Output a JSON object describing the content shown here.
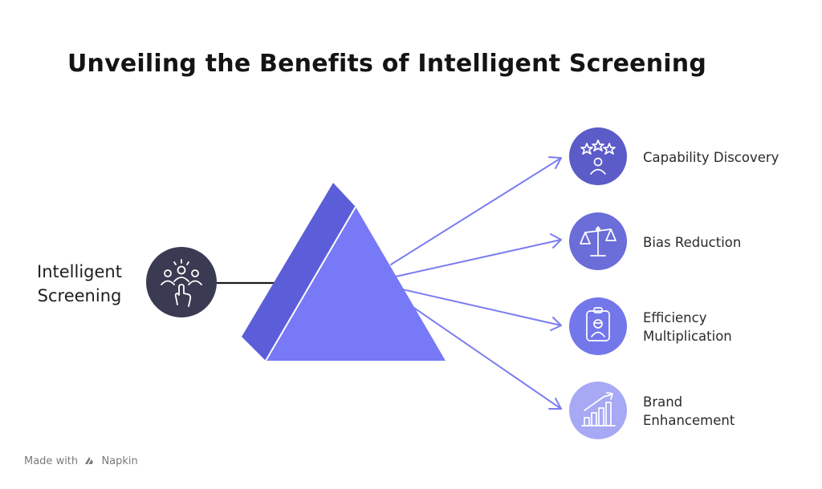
{
  "title": "Unveiling the Benefits of Intelligent Screening",
  "source": {
    "label_lines": [
      "Intelligent",
      "Screening"
    ],
    "icon": "people-hand-pointer-icon"
  },
  "outputs": [
    {
      "label_lines": [
        "Capability Discovery"
      ],
      "icon": "stars-person-icon",
      "color": "#5b5cc8"
    },
    {
      "label_lines": [
        "Bias Reduction"
      ],
      "icon": "balance-scale-icon",
      "color": "#6b6dd8"
    },
    {
      "label_lines": [
        "Efficiency",
        "Multiplication"
      ],
      "icon": "robot-badge-icon",
      "color": "#7477ea"
    },
    {
      "label_lines": [
        "Brand",
        "Enhancement"
      ],
      "icon": "growth-chart-icon",
      "color": "#a7a9f4"
    }
  ],
  "footer": {
    "made_with": "Made with",
    "brand": "Napkin",
    "logo_icon": "napkin-logo-icon"
  },
  "colors": {
    "prism_front": "#7779f6",
    "prism_side": "#5c5ed9",
    "source_circle": "#3a3a52",
    "arrow": "#7b7df0"
  }
}
